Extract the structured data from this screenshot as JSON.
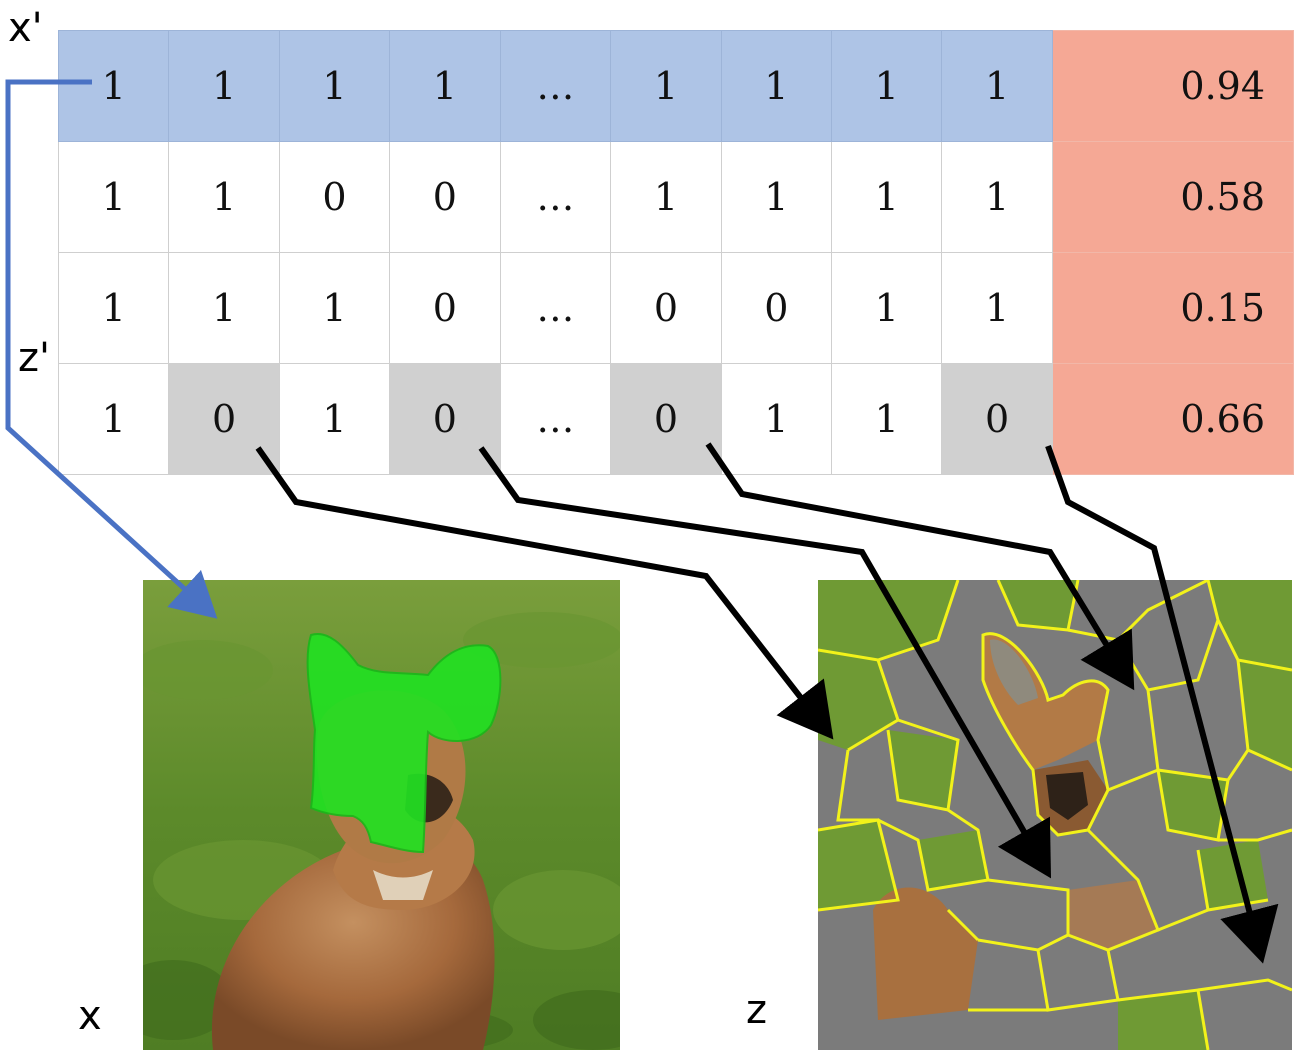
{
  "labels": {
    "x_prime": "x'",
    "z_prime": "z'",
    "x": "x",
    "z": "z"
  },
  "table": {
    "rows": [
      {
        "cells": [
          "1",
          "1",
          "1",
          "1",
          "…",
          "1",
          "1",
          "1",
          "1"
        ],
        "score": "0.94"
      },
      {
        "cells": [
          "1",
          "1",
          "0",
          "0",
          "…",
          "1",
          "1",
          "1",
          "1"
        ],
        "score": "0.58"
      },
      {
        "cells": [
          "1",
          "1",
          "1",
          "0",
          "…",
          "0",
          "0",
          "1",
          "1"
        ],
        "score": "0.15"
      },
      {
        "cells": [
          "1",
          "0",
          "1",
          "0",
          "…",
          "0",
          "1",
          "1",
          "0"
        ],
        "score": "0.66"
      }
    ]
  },
  "colors": {
    "original_row": "#aec4e6",
    "score_column": "#f5a895",
    "masked_cell": "#d0d0d0",
    "blue_arrow": "#4a72c4",
    "highlight_segment": "#22e022",
    "superpixel_border": "#f2f21a",
    "greyed_superpixel": "#7b7b7b"
  },
  "images": {
    "x": "fox-photo",
    "z": "fox-photo-superpixels-masked"
  }
}
